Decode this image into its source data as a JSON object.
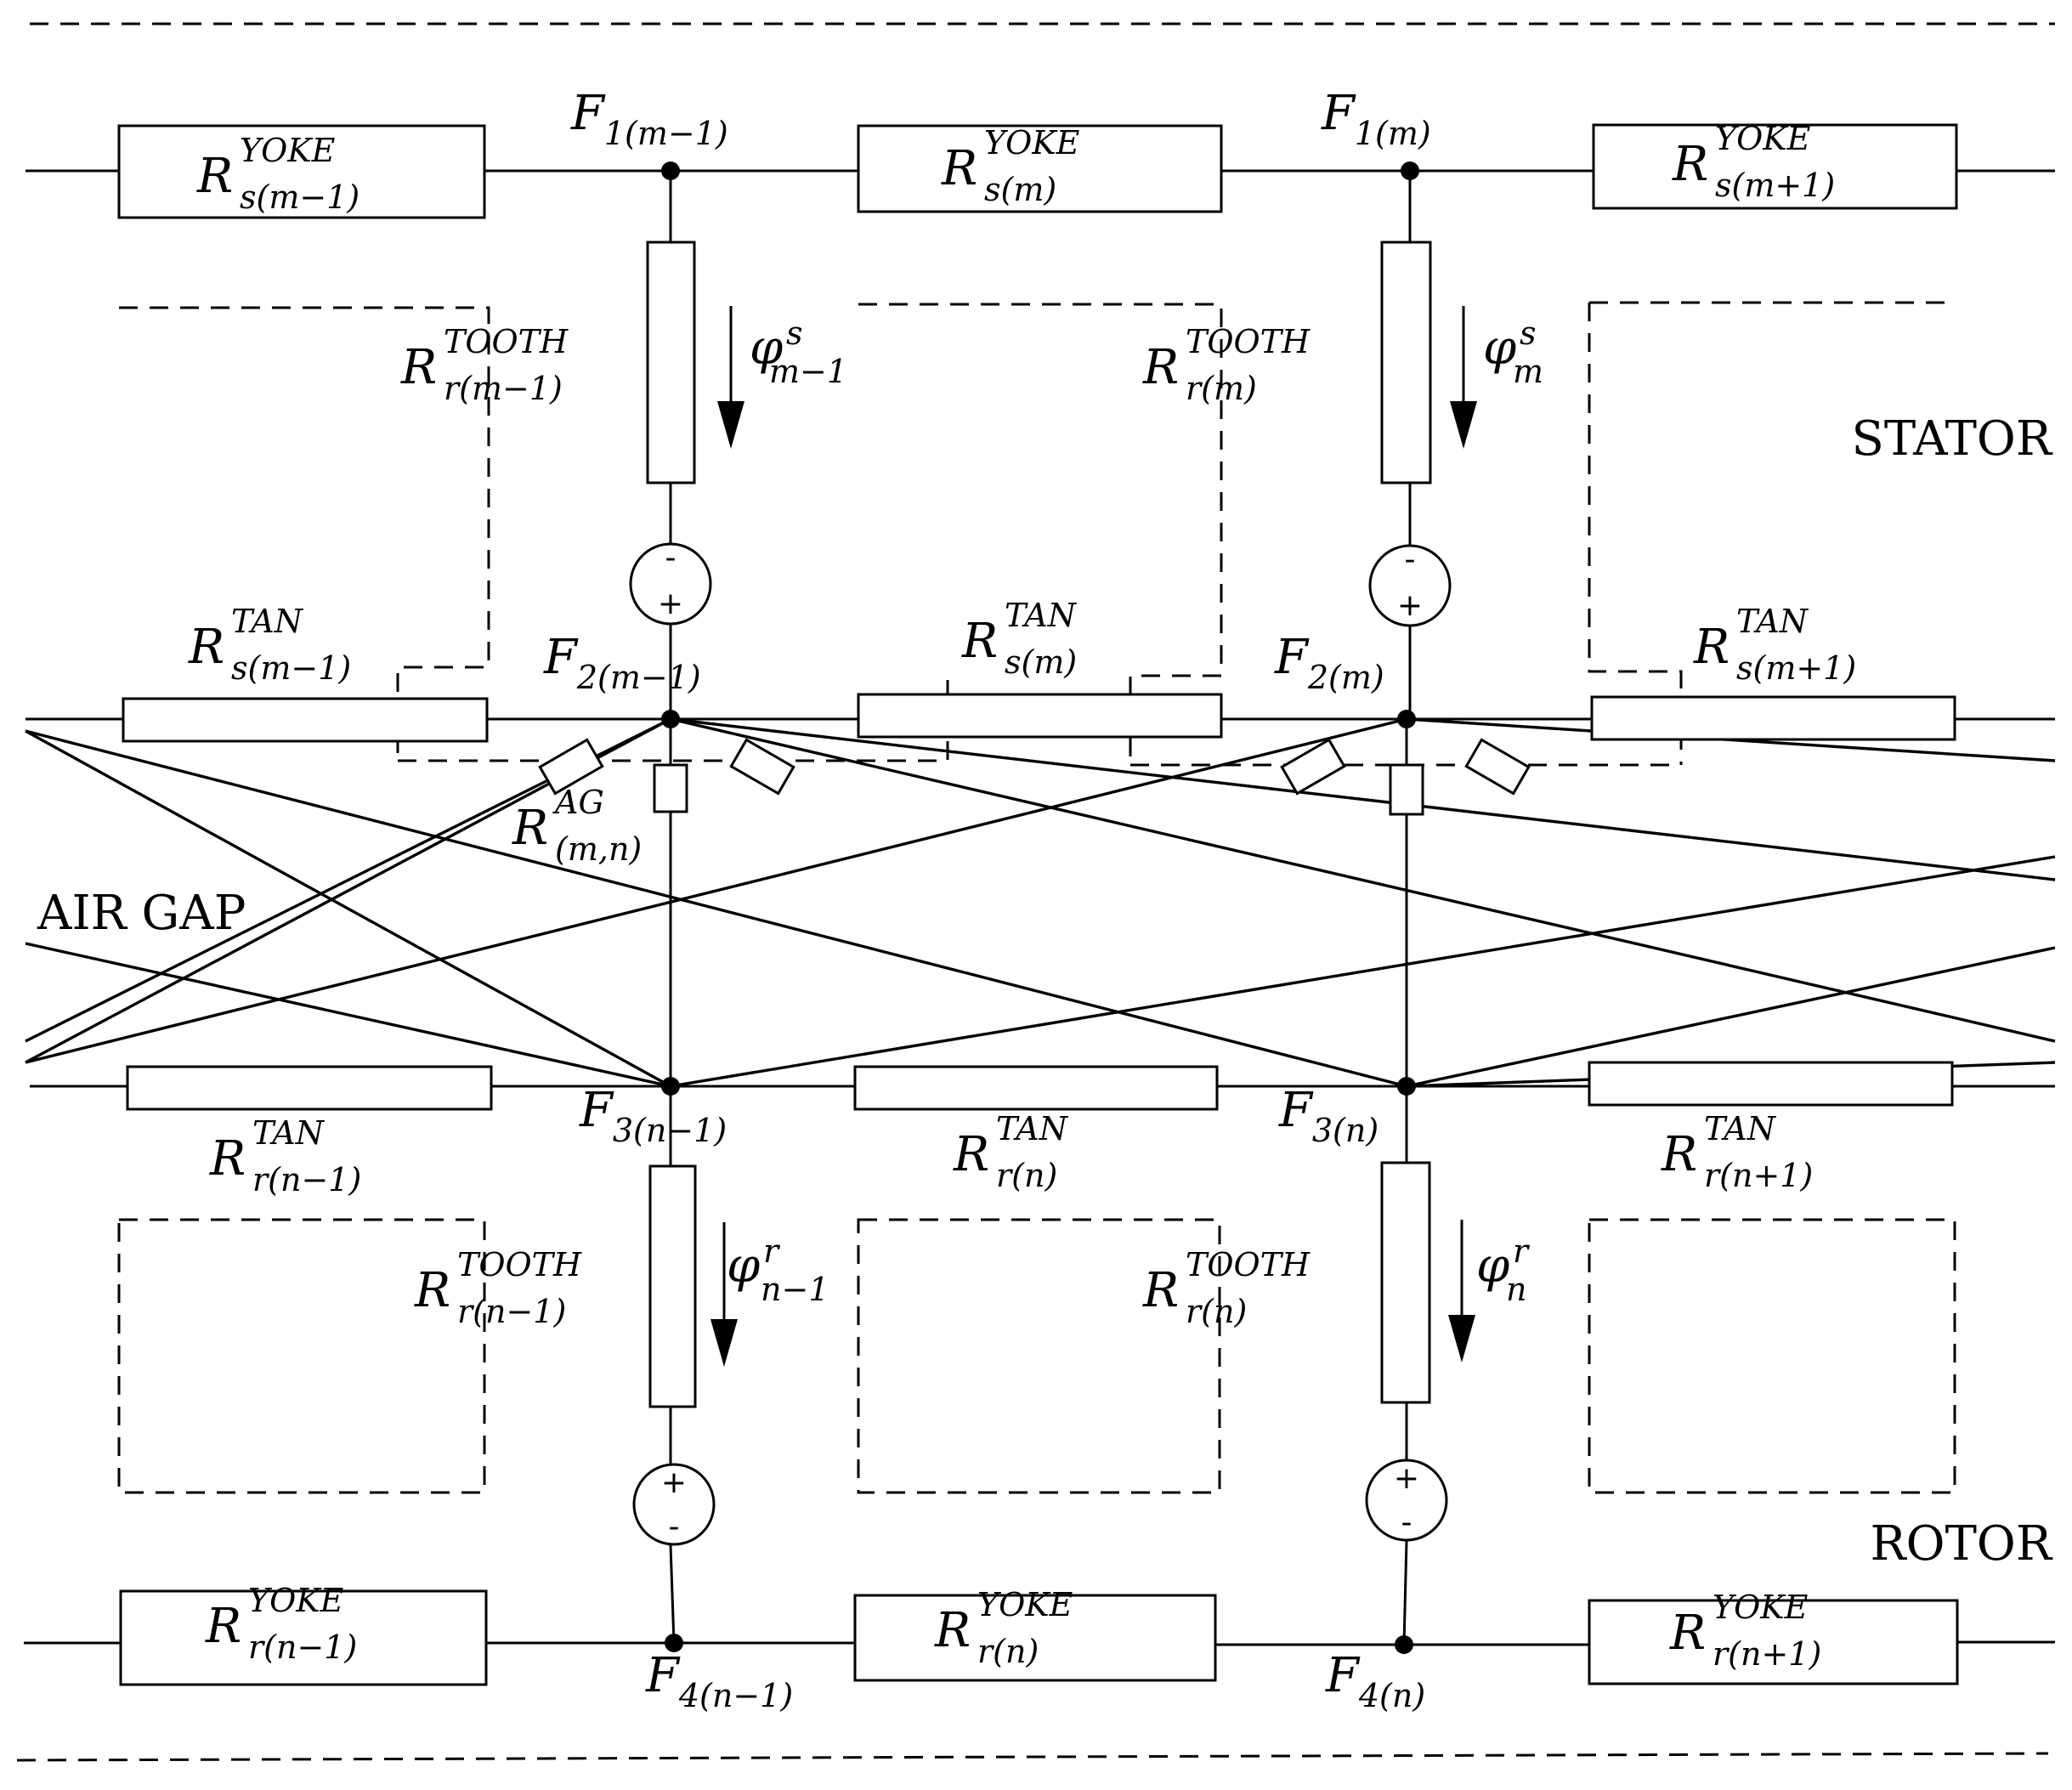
{
  "regions": {
    "stator": "STATOR",
    "air_gap": "AIR GAP",
    "rotor": "ROTOR"
  },
  "sign_plus": "+",
  "sign_minus": "-",
  "nodes": {
    "f1_prev": {
      "base": "F",
      "sub": "1(m−1)"
    },
    "f1": {
      "base": "F",
      "sub": "1(m)"
    },
    "f2_prev": {
      "base": "F",
      "sub": "2(m−1)"
    },
    "f2": {
      "base": "F",
      "sub": "2(m)"
    },
    "f3_prev": {
      "base": "F",
      "sub": "3(n−1)"
    },
    "f3": {
      "base": "F",
      "sub": "3(n)"
    },
    "f4_prev": {
      "base": "F",
      "sub": "4(n−1)"
    },
    "f4": {
      "base": "F",
      "sub": "4(n)"
    }
  },
  "resistors": {
    "stator_yoke_prev": {
      "base": "R",
      "sup": "YOKE",
      "sub": "s(m−1)"
    },
    "stator_yoke": {
      "base": "R",
      "sup": "YOKE",
      "sub": "s(m)"
    },
    "stator_yoke_next": {
      "base": "R",
      "sup": "YOKE",
      "sub": "s(m+1)"
    },
    "stator_tooth_prev": {
      "base": "R",
      "sup": "TOOTH",
      "sub": "r(m−1)"
    },
    "stator_tooth": {
      "base": "R",
      "sup": "TOOTH",
      "sub": "r(m)"
    },
    "stator_tan_prev": {
      "base": "R",
      "sup": "TAN",
      "sub": "s(m−1)"
    },
    "stator_tan": {
      "base": "R",
      "sup": "TAN",
      "sub": "s(m)"
    },
    "stator_tan_next": {
      "base": "R",
      "sup": "TAN",
      "sub": "s(m+1)"
    },
    "air_gap": {
      "base": "R",
      "sup": "AG",
      "sub": "(m,n)"
    },
    "rotor_tan_prev": {
      "base": "R",
      "sup": "TAN",
      "sub": "r(n−1)"
    },
    "rotor_tan": {
      "base": "R",
      "sup": "TAN",
      "sub": "r(n)"
    },
    "rotor_tan_next": {
      "base": "R",
      "sup": "TAN",
      "sub": "r(n+1)"
    },
    "rotor_tooth_prev": {
      "base": "R",
      "sup": "TOOTH",
      "sub": "r(n−1)"
    },
    "rotor_tooth": {
      "base": "R",
      "sup": "TOOTH",
      "sub": "r(n)"
    },
    "rotor_yoke_prev": {
      "base": "R",
      "sup": "YOKE",
      "sub": "r(n−1)"
    },
    "rotor_yoke": {
      "base": "R",
      "sup": "YOKE",
      "sub": "r(n)"
    },
    "rotor_yoke_next": {
      "base": "R",
      "sup": "YOKE",
      "sub": "r(n+1)"
    }
  },
  "fluxes": {
    "stator_prev": {
      "base": "φ",
      "sup": "s",
      "sub": "m−1"
    },
    "stator": {
      "base": "φ",
      "sup": "s",
      "sub": "m"
    },
    "rotor_prev": {
      "base": "φ",
      "sup": "r",
      "sub": "n−1"
    },
    "rotor": {
      "base": "φ",
      "sup": "r",
      "sub": "n"
    }
  }
}
